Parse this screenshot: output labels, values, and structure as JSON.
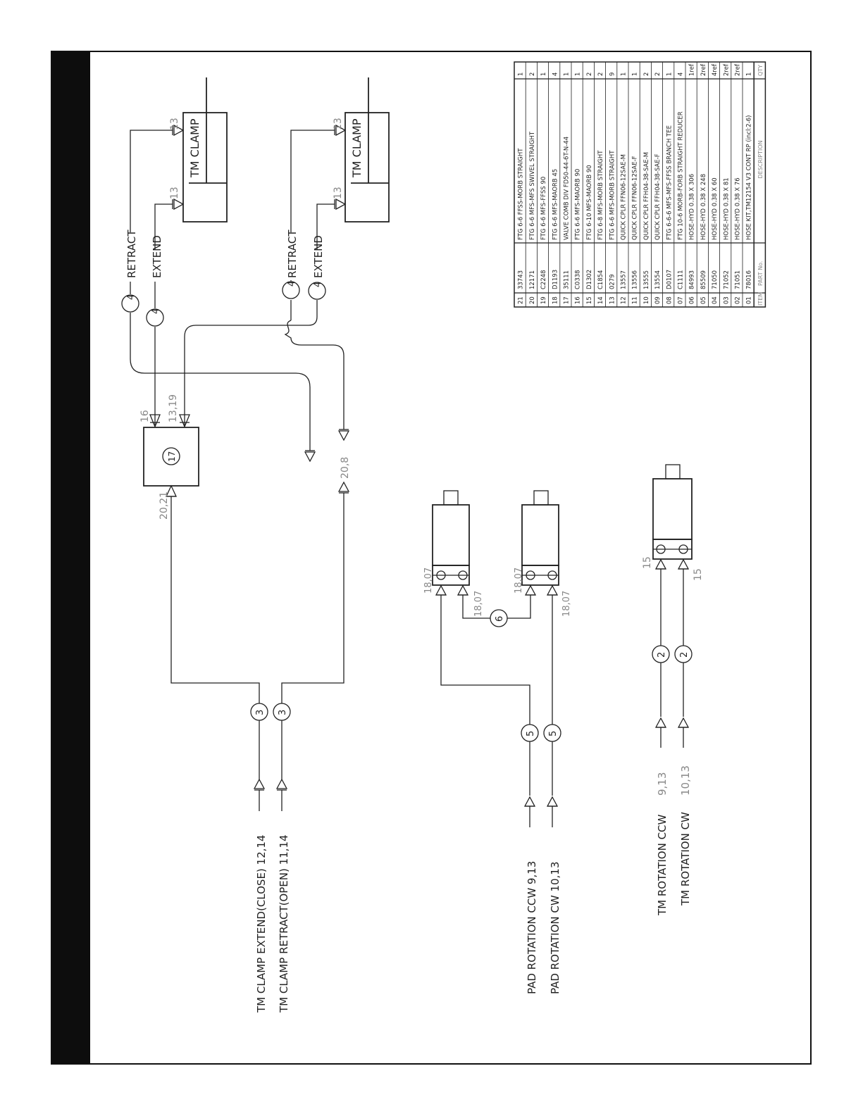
{
  "labels": {
    "tm_clamp_extend": "TM  CLAMP  EXTEND(CLOSE) 12,14",
    "tm_clamp_retract": "TM  CLAMP  RETRACT(OPEN) 11,14",
    "pad_ccw": "PAD  ROTATION  CCW   9,13",
    "pad_cw": "PAD  ROTATION  CW  10,13",
    "tm_rot_ccw": "TM  ROTATION  CCW",
    "tm_rot_ccw_ref": "9,13",
    "tm_rot_cw": "TM  ROTATION  CW",
    "tm_rot_cw_ref": "10,13",
    "retract": "RETRACT",
    "extend": "EXTEND",
    "tm_clamp": "TM  CLAMP",
    "port_13": "13",
    "port_15": "15",
    "port_16": "16",
    "port_13_19": "13,19",
    "port_20_21": "20,21",
    "port_20_8": "20,8",
    "port_18_07": "18,07"
  },
  "balloons": {
    "b3": "3",
    "b4": "4",
    "b5": "5",
    "b6": "6",
    "b2": "2",
    "b17": "17"
  },
  "bom": {
    "headers": {
      "item": "ITEM",
      "part": "PART No.",
      "desc": "DESCRIPTION",
      "qty": "QTY"
    },
    "rows": [
      {
        "item": "21",
        "part": "33743",
        "desc": "FTG 6-6 FFSS-MORB STRAIGHT",
        "qty": "1"
      },
      {
        "item": "20",
        "part": "12171",
        "desc": "FTG 6-6 MFS-MFS SWIVEL STRAIGHT",
        "qty": "2"
      },
      {
        "item": "19",
        "part": "C2248",
        "desc": "FTG 6-6 MFS-FFSS 90",
        "qty": "1"
      },
      {
        "item": "18",
        "part": "D1193",
        "desc": "FTG 6-6 MFS-MAORB 45",
        "qty": "4"
      },
      {
        "item": "17",
        "part": "35111",
        "desc": "VALVE COMB DIV FD50-44-6T-N-44",
        "qty": "1"
      },
      {
        "item": "16",
        "part": "C0338",
        "desc": "FTG 6-6 MFS-MAORB 90",
        "qty": "1"
      },
      {
        "item": "15",
        "part": "D1302",
        "desc": "FTG 6-10 MFS-MAORB 90",
        "qty": "2"
      },
      {
        "item": "14",
        "part": "C1854",
        "desc": "FTG 6-8 MFS-MORB STRAIGHT",
        "qty": "2"
      },
      {
        "item": "13",
        "part": "0279",
        "desc": "FTG 6-6 MFS-MORB STRAIGHT",
        "qty": "9"
      },
      {
        "item": "12",
        "part": "13557",
        "desc": "QUICK CPLR FFN06-12SAE-M",
        "qty": "1"
      },
      {
        "item": "11",
        "part": "13556",
        "desc": "QUICK CPLR FFN06-12SAE-F",
        "qty": "1"
      },
      {
        "item": "10",
        "part": "13555",
        "desc": "QUICK CPLR FFH04-38-SAE-M",
        "qty": "2"
      },
      {
        "item": "09",
        "part": "13554",
        "desc": "QUICK CPLR FFH04-38-SAE-F",
        "qty": "2"
      },
      {
        "item": "08",
        "part": "D0107",
        "desc": "FTG 6-6-6 MFS-MFS-FFSS BRANCH TEE",
        "qty": "1"
      },
      {
        "item": "07",
        "part": "C1111",
        "desc": "FTG 10-6 MORB-FORB STRAIGHT REDUCER",
        "qty": "4"
      },
      {
        "item": "06",
        "part": "84993",
        "desc": "HOSE-HYD 0.38 X 306",
        "qty": "1ref"
      },
      {
        "item": "05",
        "part": "85509",
        "desc": "HOSE-HYD 0.38 X 248",
        "qty": "2ref"
      },
      {
        "item": "04",
        "part": "71050",
        "desc": "HOSE-HYD 0.38 X 60",
        "qty": "4ref"
      },
      {
        "item": "03",
        "part": "71052",
        "desc": "HOSE-HYD 0.38 X 81",
        "qty": "2ref"
      },
      {
        "item": "02",
        "part": "71051",
        "desc": "HOSE-HYD 0.38 X 76",
        "qty": "2ref"
      },
      {
        "item": "01",
        "part": "78016",
        "desc": "HOSE KIT,TM12154 V3 CONT RP (incl:2-6)",
        "qty": "1"
      }
    ]
  }
}
